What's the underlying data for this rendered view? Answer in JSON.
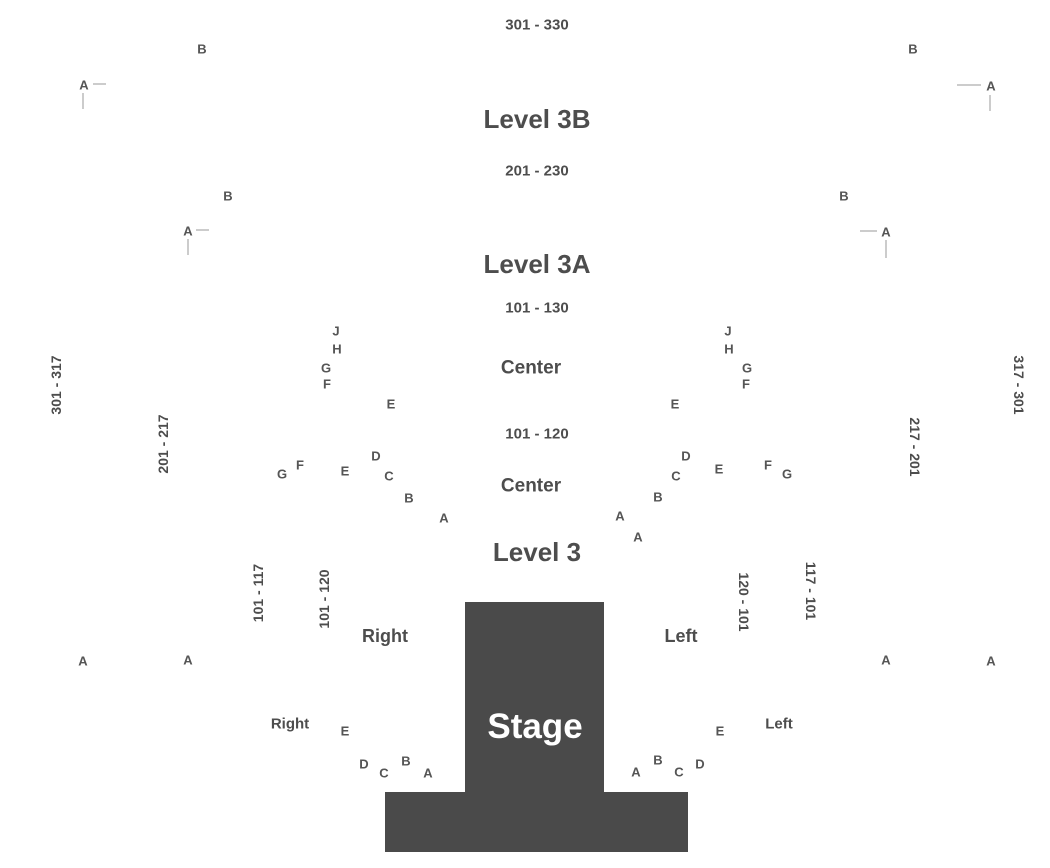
{
  "colors": {
    "stage_fill": "#4a4a4a",
    "text": "#555555",
    "line": "#999999"
  },
  "levels": {
    "level_3b": "Level 3B",
    "level_3a": "Level 3A",
    "level_3": "Level 3"
  },
  "stage": {
    "label": "Stage"
  },
  "ranges": {
    "r301_330": "301 - 330",
    "r201_230": "201 - 230",
    "r101_130": "101 - 130",
    "r101_120": "101 - 120",
    "left_301_317": "301 - 317",
    "left_201_217": "201 - 217",
    "right_317_301": "317 - 301",
    "right_217_201": "217 - 201",
    "orch_right_101_117": "101 - 117",
    "orch_right_101_120": "101 - 120",
    "orch_left_120_101": "120 - 101",
    "orch_left_117_101": "117 - 101"
  },
  "sections": {
    "center_upper": "Center",
    "center_lower": "Center",
    "right_main": "Right",
    "left_main": "Left",
    "right_pit": "Right",
    "left_pit": "Left"
  },
  "rows": {
    "l3b_left_B": "B",
    "l3b_left_A": "A",
    "l3b_right_B": "B",
    "l3b_right_A": "A",
    "l3a_left_B": "B",
    "l3a_left_A": "A",
    "l3a_right_B": "B",
    "l3a_right_A": "A",
    "cu_left_J": "J",
    "cu_left_H": "H",
    "cu_left_G": "G",
    "cu_left_F": "F",
    "cu_left_E": "E",
    "cu_right_J": "J",
    "cu_right_H": "H",
    "cu_right_G": "G",
    "cu_right_F": "F",
    "cu_right_E": "E",
    "cl_left_G": "G",
    "cl_left_F": "F",
    "cl_left_E": "E",
    "cl_left_D": "D",
    "cl_left_C": "C",
    "cl_left_B": "B",
    "cl_left_A": "A",
    "cl_right_D": "D",
    "cl_right_C": "C",
    "cl_right_E": "E",
    "cl_right_F": "F",
    "cl_right_G": "G",
    "cl_right_B": "B",
    "cl_right_A1": "A",
    "cl_right_A2": "A",
    "side_far_left_A": "A",
    "side_left_A": "A",
    "side_right_A": "A",
    "side_far_right_A": "A",
    "pit_left_E": "E",
    "pit_left_D": "D",
    "pit_left_C": "C",
    "pit_left_B": "B",
    "pit_left_A": "A",
    "pit_right_E": "E",
    "pit_right_A": "A",
    "pit_right_B": "B",
    "pit_right_C": "C",
    "pit_right_D": "D"
  }
}
